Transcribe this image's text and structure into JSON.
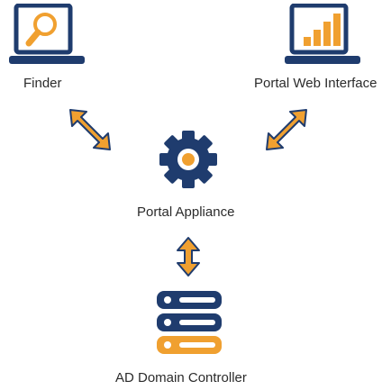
{
  "nodes": {
    "finder": {
      "label": "Finder",
      "icon": "laptop-search-icon"
    },
    "portal_web": {
      "label": "Portal Web Interface",
      "icon": "laptop-chart-icon"
    },
    "appliance": {
      "label": "Portal Appliance",
      "icon": "gear-icon"
    },
    "ad": {
      "label": "AD Domain Controller",
      "icon": "server-stack-icon"
    }
  },
  "connectors": [
    {
      "from": "finder",
      "to": "appliance",
      "icon": "double-arrow-icon"
    },
    {
      "from": "portal_web",
      "to": "appliance",
      "icon": "double-arrow-icon"
    },
    {
      "from": "appliance",
      "to": "ad",
      "icon": "double-arrow-icon"
    }
  ],
  "colors": {
    "navy": "#1f3c6e",
    "orange": "#f0a030",
    "label": "#2b2b2b"
  }
}
